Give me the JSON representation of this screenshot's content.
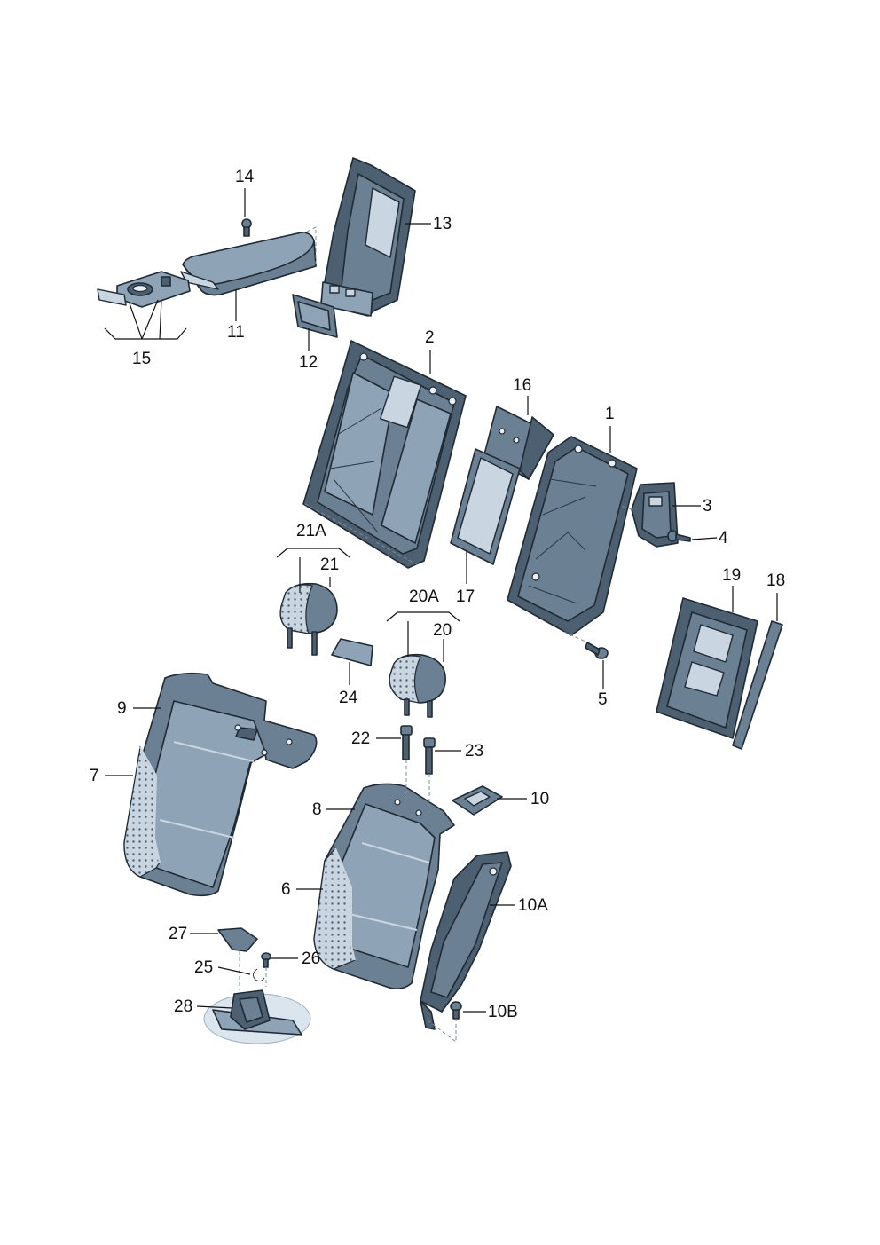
{
  "diagram": {
    "parts": [
      {
        "id": "p1",
        "label": "1"
      },
      {
        "id": "p2",
        "label": "2"
      },
      {
        "id": "p3",
        "label": "3"
      },
      {
        "id": "p4",
        "label": "4"
      },
      {
        "id": "p5",
        "label": "5"
      },
      {
        "id": "p6",
        "label": "6"
      },
      {
        "id": "p7",
        "label": "7"
      },
      {
        "id": "p8",
        "label": "8"
      },
      {
        "id": "p9",
        "label": "9"
      },
      {
        "id": "p10",
        "label": "10"
      },
      {
        "id": "p10a",
        "label": "10A"
      },
      {
        "id": "p10b",
        "label": "10B"
      },
      {
        "id": "p11",
        "label": "11"
      },
      {
        "id": "p12",
        "label": "12"
      },
      {
        "id": "p13",
        "label": "13"
      },
      {
        "id": "p14",
        "label": "14"
      },
      {
        "id": "p15",
        "label": "15"
      },
      {
        "id": "p16",
        "label": "16"
      },
      {
        "id": "p17",
        "label": "17"
      },
      {
        "id": "p18",
        "label": "18"
      },
      {
        "id": "p19",
        "label": "19"
      },
      {
        "id": "p20",
        "label": "20"
      },
      {
        "id": "p20a",
        "label": "20A"
      },
      {
        "id": "p21",
        "label": "21"
      },
      {
        "id": "p21a",
        "label": "21A"
      },
      {
        "id": "p22",
        "label": "22"
      },
      {
        "id": "p23",
        "label": "23"
      },
      {
        "id": "p24",
        "label": "24"
      },
      {
        "id": "p25",
        "label": "25"
      },
      {
        "id": "p26",
        "label": "26"
      },
      {
        "id": "p27",
        "label": "27"
      },
      {
        "id": "p28",
        "label": "28"
      }
    ]
  }
}
